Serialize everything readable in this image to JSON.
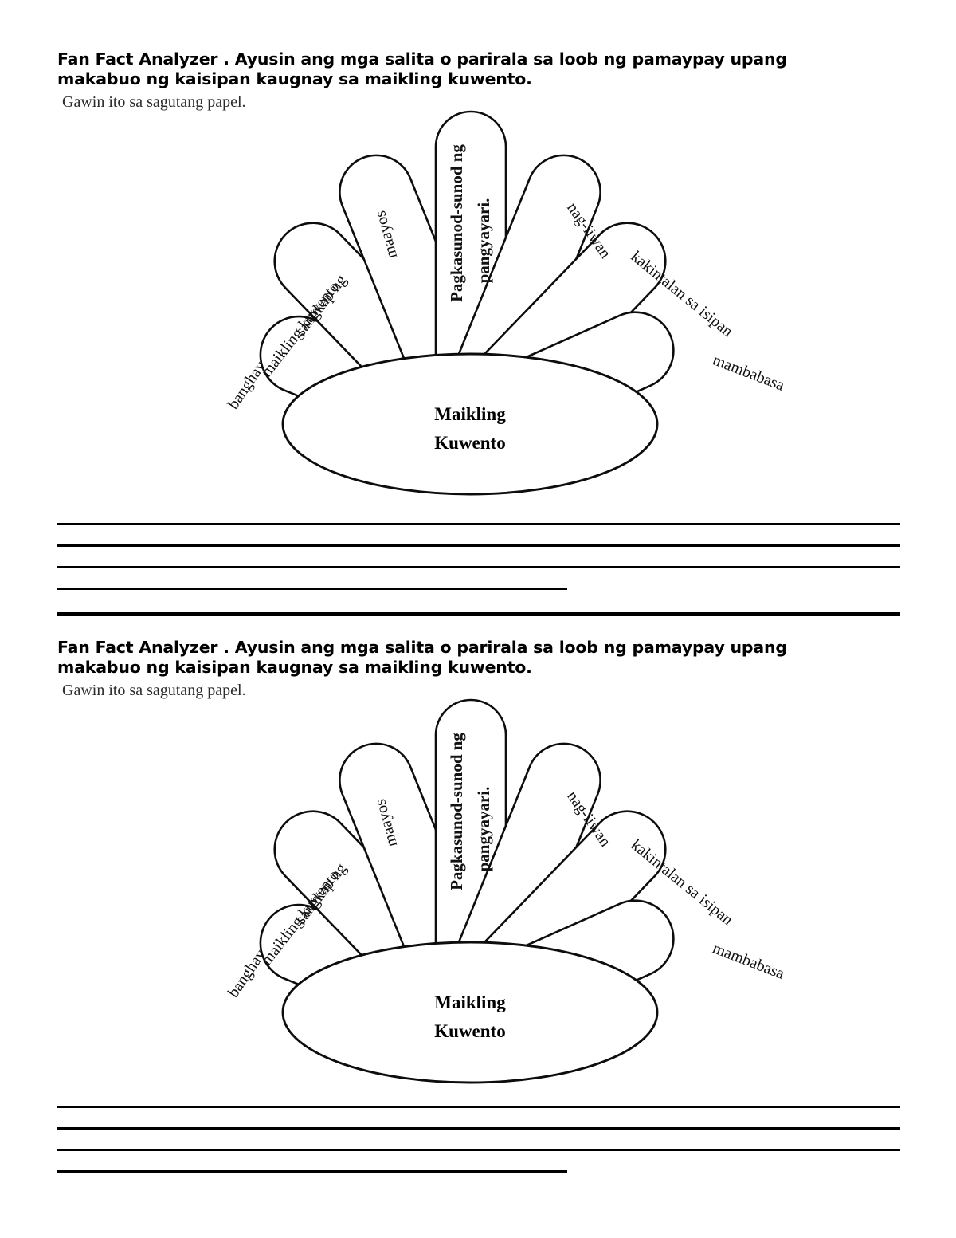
{
  "page": {
    "background_color": "#ffffff",
    "ink_color": "#000000"
  },
  "sections": [
    {
      "id": "section-1",
      "heading_main": "Fan Fact Analyzer . Ayusin ang mga salita o parirala sa loob ng pamaypay upang makabuo ng kaisipan kaugnay sa maikling kuwento.",
      "heading_sub": "Gawin ito sa sagutang papel.",
      "diagram": {
        "center_label_line1": "Maikling",
        "center_label_line2": "Kuwento",
        "petals": [
          {
            "id": "petal-banghay",
            "label": "banghay",
            "angle": -58
          },
          {
            "id": "petal-sangkap",
            "label": "sangkap ng",
            "label2": "maikling kuwento",
            "angle": -36
          },
          {
            "id": "petal-maayos",
            "label": "maayos",
            "angle": -14
          },
          {
            "id": "petal-pagkasunod",
            "label": "Pagkasunod-sunod ng",
            "label2": "pangyayari.",
            "angle": 0
          },
          {
            "id": "petal-nagiiwan",
            "label": "nag-iiwan",
            "angle": 22
          },
          {
            "id": "petal-kakintalan",
            "label": "kakintalan sa isipan",
            "angle": 42
          },
          {
            "id": "petal-mambabasa",
            "label": "mambabasa",
            "angle": 62
          }
        ]
      },
      "answer_lines": 4,
      "has_separator": true
    },
    {
      "id": "section-2",
      "heading_main": "Fan Fact Analyzer . Ayusin ang mga salita o parirala sa loob ng pamaypay upang makabuo ng kaisipan kaugnay sa maikling kuwento.",
      "heading_sub": "Gawin ito sa sagutang papel.",
      "diagram": {
        "center_label_line1": "Maikling",
        "center_label_line2": "Kuwento",
        "petals": [
          {
            "id": "petal-banghay",
            "label": "banghay",
            "angle": -58
          },
          {
            "id": "petal-sangkap",
            "label": "sangkap ng",
            "label2": "maikling kuwento",
            "angle": -36
          },
          {
            "id": "petal-maayos",
            "label": "maayos",
            "angle": -14
          },
          {
            "id": "petal-pagkasunod",
            "label": "Pagkasunod-sunod ng",
            "label2": "pangyayari.",
            "angle": 0
          },
          {
            "id": "petal-nagiiwan",
            "label": "nag-iiwan",
            "angle": 22
          },
          {
            "id": "petal-kakintalan",
            "label": "kakintalan sa isipan",
            "angle": 42
          },
          {
            "id": "petal-mambabasa",
            "label": "mambabasa",
            "angle": 62
          }
        ]
      },
      "answer_lines": 4,
      "has_separator": false
    }
  ]
}
